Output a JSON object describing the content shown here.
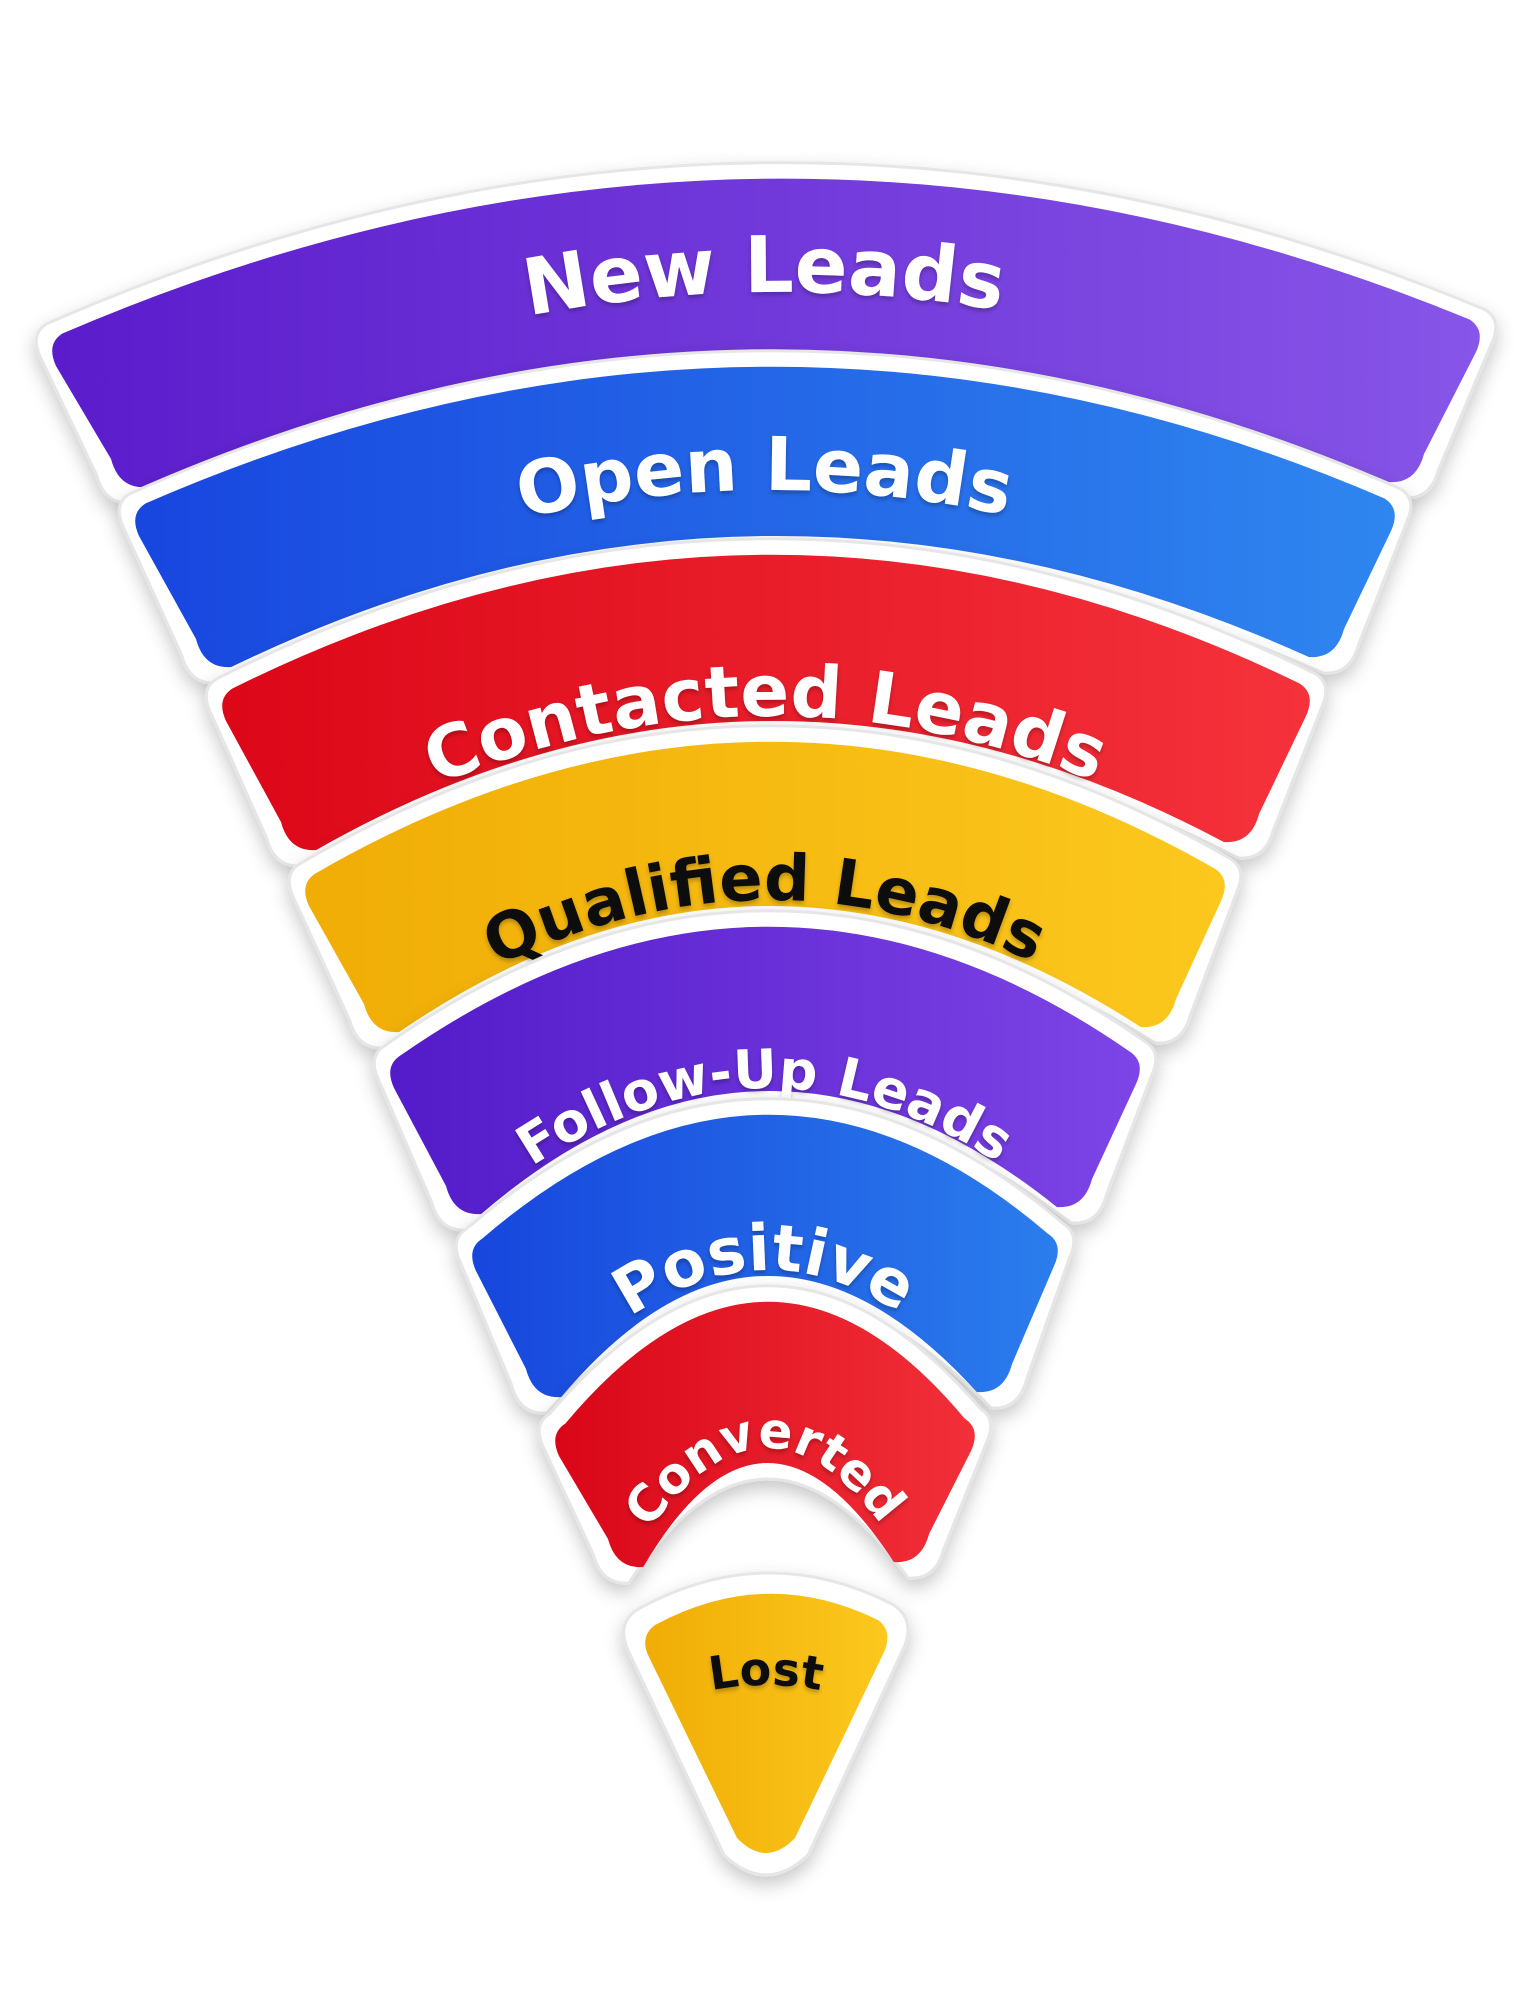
{
  "funnel": {
    "stages": [
      {
        "label": "New Leads",
        "color_start": "#5b1ccc",
        "color_end": "#8755e8",
        "text_color": "#ffffff"
      },
      {
        "label": "Open Leads",
        "color_start": "#1846df",
        "color_end": "#2f86ef",
        "text_color": "#ffffff"
      },
      {
        "label": "Contacted Leads",
        "color_start": "#dc0718",
        "color_end": "#f5323b",
        "text_color": "#ffffff"
      },
      {
        "label": "Qualified Leads",
        "color_start": "#f0ad05",
        "color_end": "#fcc81e",
        "text_color": "#111111"
      },
      {
        "label": "Follow-Up Leads",
        "color_start": "#531bc9",
        "color_end": "#7d44e6",
        "text_color": "#ffffff"
      },
      {
        "label": "Positive",
        "color_start": "#1746dd",
        "color_end": "#2b7ded",
        "text_color": "#ffffff"
      },
      {
        "label": "Converted",
        "color_start": "#d90618",
        "color_end": "#f23039",
        "text_color": "#ffffff"
      },
      {
        "label": "Lost",
        "color_start": "#f0ad05",
        "color_end": "#fcc81e",
        "text_color": "#111111"
      }
    ]
  }
}
